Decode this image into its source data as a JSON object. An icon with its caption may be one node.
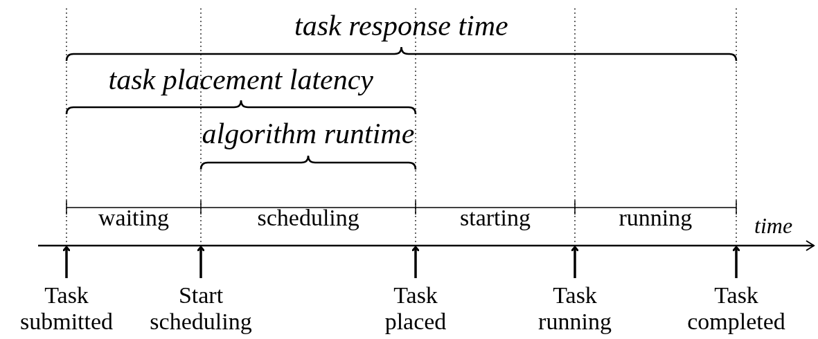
{
  "diagram": {
    "nodes": [
      {
        "text": [
          "Task submitted"
        ]
      },
      {
        "text": [
          "Start scheduling"
        ]
      },
      {
        "text": [
          "Task placed"
        ]
      },
      {
        "text": [
          "Task running"
        ]
      },
      {
        "text": [
          "Task completed"
        ]
      },
      {
        "text": [],
        "shape": "bar"
      }
    ],
    "edges": [
      {
        "from": 0,
        "to": 5,
        "arrow": "to"
      },
      {
        "from": 1,
        "to": 5,
        "arrow": "to"
      },
      {
        "from": 2,
        "to": 5,
        "arrow": "to"
      },
      {
        "from": 3,
        "to": 5,
        "arrow": "to"
      },
      {
        "from": 4,
        "to": 5,
        "arrow": "to"
      }
    ],
    "labels": [
      "task response time",
      "task placement latency",
      "algorithm runtime",
      "waiting",
      "scheduling",
      "starting",
      "running",
      "time"
    ]
  }
}
